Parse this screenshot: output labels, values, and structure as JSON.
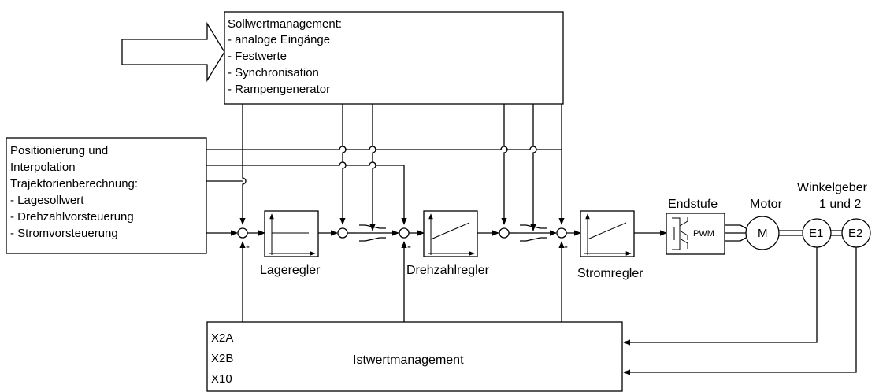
{
  "sollwert": {
    "title": "Sollwertmanagement:",
    "items": [
      "- analoge Eingänge",
      "- Festwerte",
      "- Synchronisation",
      "- Rampengenerator"
    ]
  },
  "positionierung": {
    "lines": [
      "Positionierung und",
      "Interpolation",
      "Trajektorienberechnung:",
      "- Lagesollwert",
      "- Drehzahlvorsteuerung",
      "- Stromvorsteuerung"
    ]
  },
  "regler": {
    "lage": "Lageregler",
    "drehzahl": "Drehzahlregler",
    "strom": "Stromregler"
  },
  "endstufe": {
    "label": "Endstufe",
    "pwm": "PWM"
  },
  "motor": {
    "label": "Motor",
    "symbol": "M"
  },
  "winkelgeber": {
    "label_line1": "Winkelgeber",
    "label_line2": "1 und 2",
    "e1": "E1",
    "e2": "E2"
  },
  "istwert": {
    "title": "Istwertmanagement",
    "inputs": [
      "X2A",
      "X2B",
      "X10"
    ]
  },
  "minus_sign": "-"
}
